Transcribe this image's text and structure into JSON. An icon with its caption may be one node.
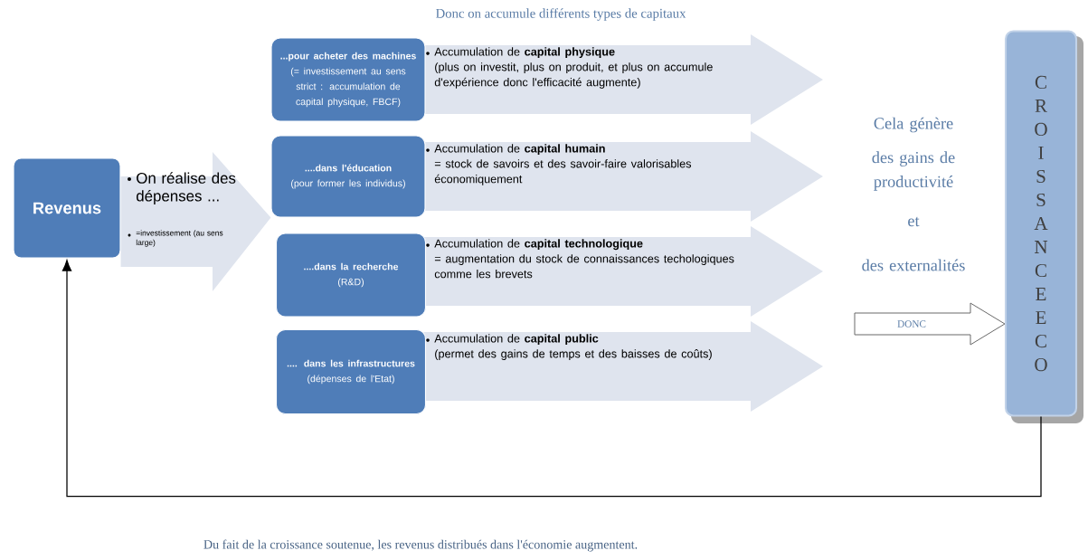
{
  "diagram": {
    "title": "Donc on accumule différents types de capitaux",
    "nodes": [
      {
        "text": [
          "Revenus"
        ]
      },
      {
        "text": [
          "...pour acheter des machines",
          "(= investissement  au sens strict : accumulation de capital physique, FBCF)"
        ]
      },
      {
        "text": [
          "....dans l'éducation",
          "(pour former les individus)"
        ]
      },
      {
        "text": [
          "....dans la  recherche",
          "(R&D)"
        ]
      },
      {
        "text": [
          ".... dans les infrastructures",
          "(dépenses de l'Etat)"
        ]
      },
      {
        "text": [
          "Accumulation de **capital physique**",
          "(plus on investit, plus on produit, et plus on accumule d'expérience donc l'efficacité augmente)"
        ]
      },
      {
        "text": [
          "Accumulation de **capital humain**",
          "= stock de savoirs et des savoir-faire valorisables économiquement"
        ]
      },
      {
        "text": [
          "Accumulation de **capital technologique**",
          "= augmentation du stock de connaissances techologiques comme les brevets"
        ]
      },
      {
        "text": [
          "Accumulation de **capital public**",
          "(permet des gains de temps et des baisses de coûts)"
        ]
      },
      {
        "text": [
          "CROISSANCE ECO"
        ]
      }
    ],
    "edges": [
      {
        "from": 0,
        "to": 2,
        "arrow": "to",
        "label": "On réalise des dépenses ..."
      },
      {
        "from": null,
        "to": 9,
        "arrow": "to",
        "label": "DONC"
      },
      {
        "from": 9,
        "to": 0,
        "arrow": "to"
      }
    ],
    "labels": [
      "=investissement (au sens large)",
      "Cela génère",
      "des gains de productivité",
      "et",
      "des externalités"
    ],
    "caption": "Du fait de la croissance soutenue, les revenus distribués dans l'économie augmentent."
  }
}
